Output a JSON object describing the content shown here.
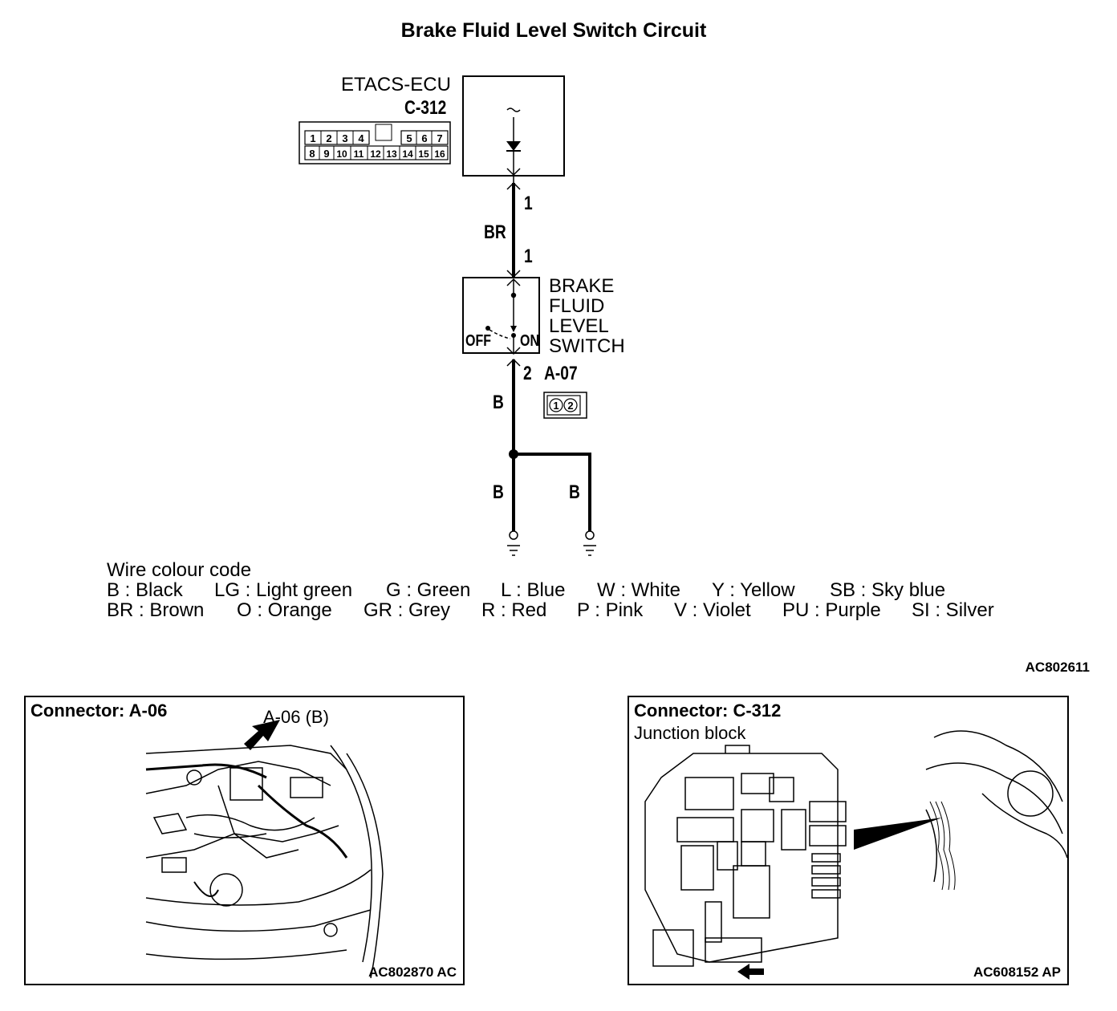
{
  "title": "Brake Fluid Level Switch Circuit",
  "ecu": {
    "name": "ETACS-ECU",
    "connector": "C-312",
    "pins_top": [
      "1",
      "2",
      "3",
      "4",
      "5",
      "6",
      "7"
    ],
    "pins_bottom": [
      "8",
      "9",
      "10",
      "11",
      "12",
      "13",
      "14",
      "15",
      "16"
    ]
  },
  "wires": {
    "ecu_pin": "1",
    "switch_pin_top": "1",
    "ecu_to_switch_color": "BR",
    "switch_pin_bottom": "2",
    "switch_connector": "A-07",
    "switch_to_junction_color": "B",
    "ground_left_color": "B",
    "ground_right_color": "B"
  },
  "switch": {
    "lines": [
      "BRAKE",
      "FLUID",
      "LEVEL",
      "SWITCH"
    ],
    "off_label": "OFF",
    "on_label": "ON",
    "connector_pins": [
      "1",
      "2"
    ]
  },
  "legend": {
    "heading": "Wire colour code",
    "row1": [
      "B : Black",
      "LG : Light green",
      "G : Green",
      "L : Blue",
      "W : White",
      "Y : Yellow",
      "SB : Sky blue"
    ],
    "row2": [
      "BR : Brown",
      "O : Orange",
      "GR : Grey",
      "R : Red",
      "P : Pink",
      "V : Violet",
      "PU : Purple",
      "SI : Silver"
    ]
  },
  "diagram_code": "AC802611",
  "panel_left": {
    "title": "Connector: A-06",
    "callout": "A-06 (B)",
    "code": "AC802870 AC"
  },
  "panel_right": {
    "title": "Connector: C-312",
    "subtitle": "Junction block",
    "code": "AC608152 AP"
  }
}
